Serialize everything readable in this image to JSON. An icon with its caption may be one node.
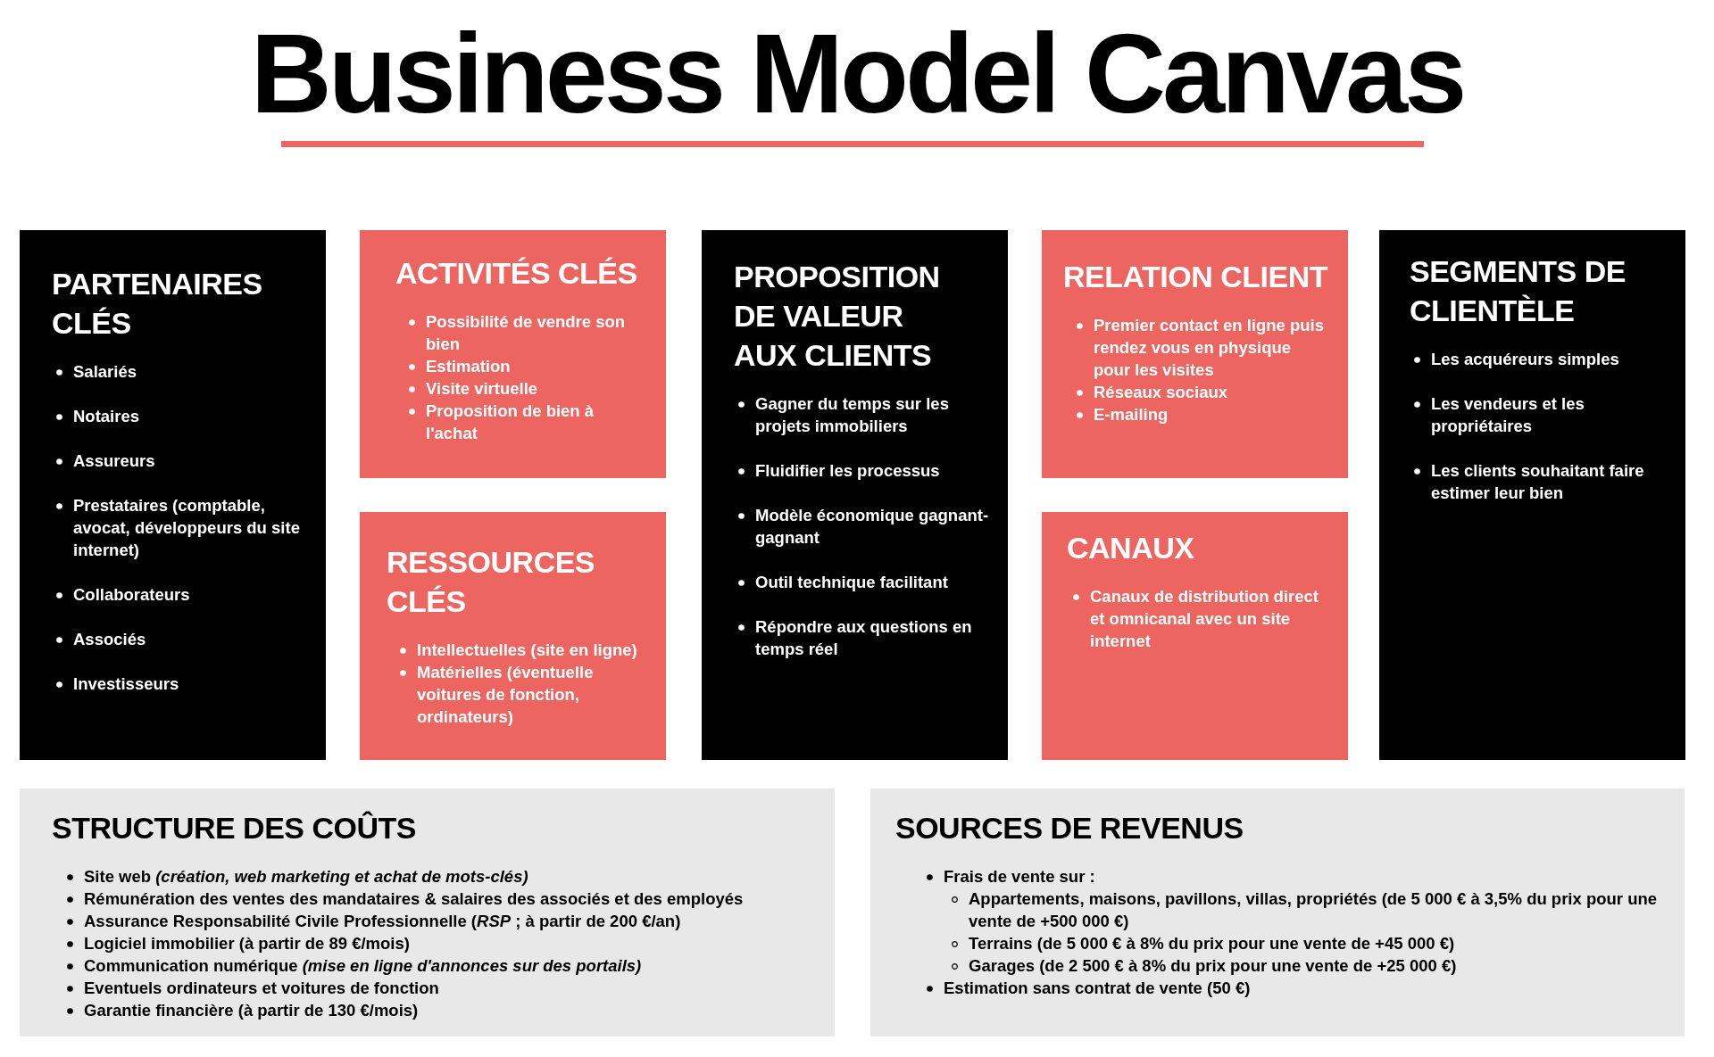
{
  "diagram": {
    "title": "Business Model Canvas",
    "nodes": [
      {
        "text": [
          "PARTENAIRES CLÉS",
          "Salariés",
          "Notaires",
          "Assureurs",
          "Prestataires (comptable, avocat, développeurs du site internet)",
          "Collaborateurs",
          "Associés",
          "Investisseurs"
        ]
      },
      {
        "text": [
          "ACTIVITÉS CLÉS",
          "Possibilité de vendre son bien",
          "Estimation",
          "Visite virtuelle",
          "Proposition de bien à l'achat"
        ]
      },
      {
        "text": [
          "RESSOURCES CLÉS",
          "Intellectuelles (site en ligne)",
          "Matérielles (éventuelle voitures de fonction, ordinateurs)"
        ]
      },
      {
        "text": [
          "PROPOSITION DE VALEUR AUX CLIENTS",
          "Gagner du temps sur les projets immobiliers",
          "Fluidifier les processus",
          "Modèle économique gagnant-gagnant",
          "Outil technique facilitant",
          "Répondre aux questions en temps réel"
        ]
      },
      {
        "text": [
          "RELATION CLIENT",
          "Premier contact en ligne puis rendez vous en physique pour les visites",
          "Réseaux sociaux",
          "E-mailing"
        ]
      },
      {
        "text": [
          "CANAUX",
          "Canaux de distribution direct et omnicanal avec un site internet"
        ]
      },
      {
        "text": [
          "SEGMENTS DE CLIENTÈLE",
          "Les acquéreurs simples",
          "Les vendeurs et les propriétaires",
          "Les clients souhaitant faire estimer leur bien"
        ]
      },
      {
        "text": [
          "STRUCTURE DES COÛTS",
          "Site web *(création, web marketing et achat de mots-clés)*",
          "Rémunération des ventes des mandataires & salaires des associés et des employés",
          "Assurance Responsabilité Civile Professionnelle (*RSP* ; à partir de 200 €/an)",
          "Logiciel immobilier (à partir de 89 €/mois)",
          "Communication numérique *(mise en ligne d'annonces sur des portails)*",
          "Eventuels ordinateurs et voitures de fonction",
          "Garantie financière (à partir de 130 €/mois)"
        ]
      },
      {
        "text": [
          "SOURCES DE REVENUS",
          "Frais de vente sur :",
          "Appartements, maisons, pavillons, villas, propriétés (de 5 000 € à 3,5% du prix pour une vente de +500 000 €)",
          "Terrains (de 5 000 € à 8% du prix pour une vente de +45 000 €)",
          "Garages (de 2 500 € à 8% du prix pour une vente de +25 000 €)",
          "Estimation sans contrat de vente (50 €)"
        ]
      }
    ]
  }
}
